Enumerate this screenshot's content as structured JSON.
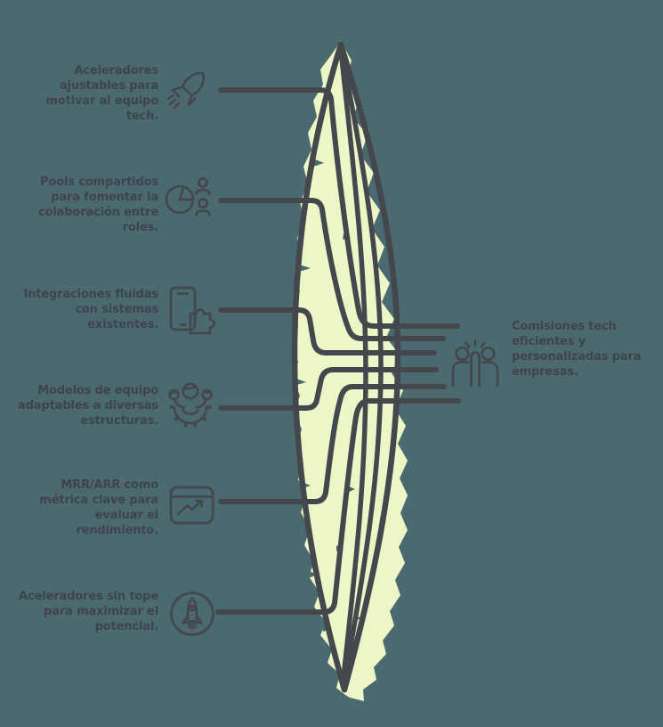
{
  "palette": {
    "background": "#4A6A70",
    "leaf_fill": "#ECF6C6",
    "stroke": "#44474C",
    "text_color": "#3F444A"
  },
  "left_items": [
    {
      "icon": "rocket-icon",
      "label": "Aceleradores\najustables para\nmotivar al equipo\ntech."
    },
    {
      "icon": "pie-chart-people-icon",
      "label": "Pools compartidos\npara fomentar la\ncolaboración entre\nroles."
    },
    {
      "icon": "phone-puzzle-icon",
      "label": "Integraciones fluidas\ncon sistemas\nexistentes."
    },
    {
      "icon": "team-gear-icon",
      "label": "Modelos de equipo\nadaptables a diversas\nestructuras."
    },
    {
      "icon": "metrics-chart-icon",
      "label": "MRR/ARR como\nmétrica clave para\nevaluar el\nrendimiento."
    },
    {
      "icon": "rocket-badge-icon",
      "label": "Aceleradores sin tope\npara maximizar el\npotencial."
    }
  ],
  "right_item": {
    "icon": "high-five-icon",
    "label": "Comisiones tech\neficientes y\npersonalizadas para\nempresas."
  }
}
